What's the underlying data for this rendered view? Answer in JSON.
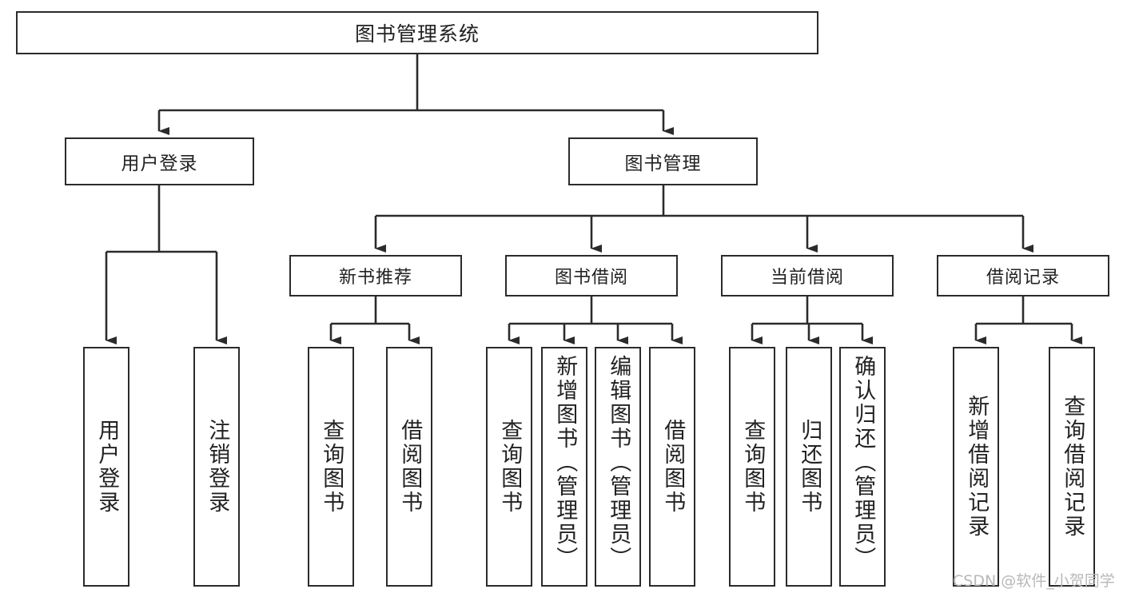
{
  "diagram": {
    "title": "图书管理系统",
    "type": "hierarchy-tree",
    "root": {
      "id": "root",
      "label": "图书管理系统"
    },
    "level1": [
      {
        "id": "login",
        "label": "用户登录"
      },
      {
        "id": "bookmgmt",
        "label": "图书管理"
      }
    ],
    "level2": [
      {
        "id": "newbook",
        "label": "新书推荐",
        "parent": "bookmgmt"
      },
      {
        "id": "borrow",
        "label": "图书借阅",
        "parent": "bookmgmt"
      },
      {
        "id": "current",
        "label": "当前借阅",
        "parent": "bookmgmt"
      },
      {
        "id": "record",
        "label": "借阅记录",
        "parent": "bookmgmt"
      }
    ],
    "leaves": [
      {
        "id": "l-login",
        "label": "用户登录",
        "parent": "login"
      },
      {
        "id": "l-logout",
        "label": "注销登录",
        "parent": "login"
      },
      {
        "id": "l-nb-query",
        "label": "查询图书",
        "parent": "newbook"
      },
      {
        "id": "l-nb-borrow",
        "label": "借阅图书",
        "parent": "newbook"
      },
      {
        "id": "l-bw-query",
        "label": "查询图书",
        "parent": "borrow"
      },
      {
        "id": "l-bw-add",
        "label": "新增图书（管理员）",
        "parent": "borrow"
      },
      {
        "id": "l-bw-edit",
        "label": "编辑图书（管理员）",
        "parent": "borrow"
      },
      {
        "id": "l-bw-borrow",
        "label": "借阅图书",
        "parent": "borrow"
      },
      {
        "id": "l-cb-query",
        "label": "查询图书",
        "parent": "current"
      },
      {
        "id": "l-cb-return",
        "label": "归还图书",
        "parent": "current"
      },
      {
        "id": "l-cb-confirm",
        "label": "确认归还（管理员）",
        "parent": "current"
      },
      {
        "id": "l-rc-add",
        "label": "新增借阅记录",
        "parent": "record"
      },
      {
        "id": "l-rc-query",
        "label": "查询借阅记录",
        "parent": "record"
      }
    ]
  },
  "watermark": {
    "text": "CSDN @软件_小贺同学"
  },
  "colors": {
    "stroke": "#2b2b2b",
    "text": "#222222",
    "background": "#ffffff",
    "watermark": "#b8b8b8"
  }
}
